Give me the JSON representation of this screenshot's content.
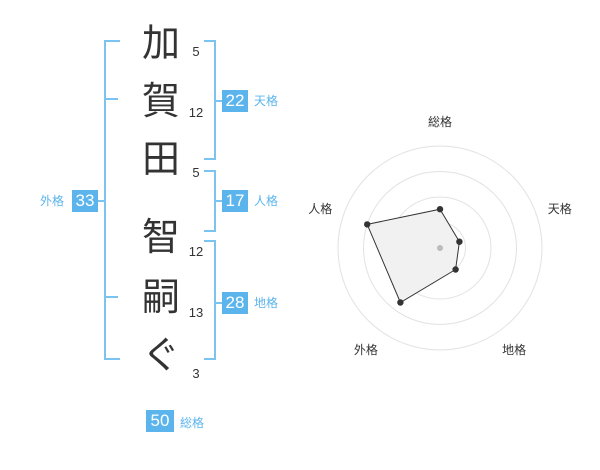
{
  "name": {
    "chars": [
      {
        "char": "加",
        "strokes": "5"
      },
      {
        "char": "賀",
        "strokes": "12"
      },
      {
        "char": "田",
        "strokes": "5"
      },
      {
        "char": "智",
        "strokes": "12"
      },
      {
        "char": "嗣",
        "strokes": "13"
      },
      {
        "char": "ぐ",
        "strokes": "3"
      }
    ]
  },
  "fortune": {
    "tenkaku": {
      "value": "22",
      "label": "天格"
    },
    "jinkaku": {
      "value": "17",
      "label": "人格"
    },
    "chikaku": {
      "value": "28",
      "label": "地格"
    },
    "gaikaku": {
      "value": "33",
      "label": "外格"
    },
    "soukaku": {
      "value": "50",
      "label": "総格"
    }
  },
  "colors": {
    "accent": "#5bb4ec",
    "bracket": "#7cc4ef",
    "radar_fill": "#f1f1f1"
  },
  "chart_data": {
    "type": "radar",
    "axes": [
      "総格",
      "天格",
      "地格",
      "外格",
      "人格"
    ],
    "values": [
      0.38,
      0.2,
      0.26,
      0.66,
      0.75
    ],
    "max": 1,
    "rings": 4
  }
}
